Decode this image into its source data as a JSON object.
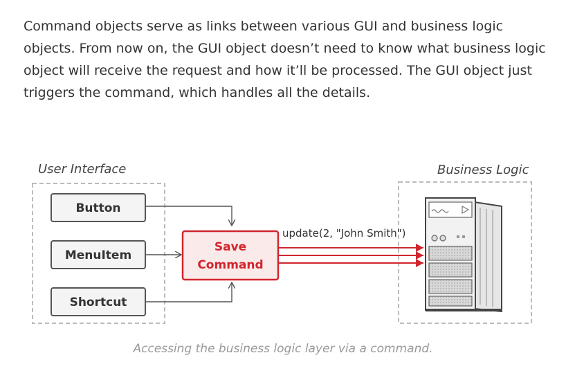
{
  "paragraph": "Command objects serve as links between various GUI and business logic objects. From now on, the GUI object doesn’t need to know what business logic object will receive the request and how it’ll be processed. The GUI object just triggers the command, which handles all the details.",
  "diagram": {
    "ui_label": "User Interface",
    "bl_label": "Business Logic",
    "button": "Button",
    "menuitem": "MenuItem",
    "shortcut": "Shortcut",
    "command_line1": "Save",
    "command_line2": "Command",
    "call": "update(2, \"John Smith\")"
  },
  "caption": "Accessing the business logic layer via a command.",
  "colors": {
    "accent": "#d0262e",
    "box_border": "#555555",
    "box_fill": "#f4f4f4",
    "dash": "#bbbbbb"
  }
}
